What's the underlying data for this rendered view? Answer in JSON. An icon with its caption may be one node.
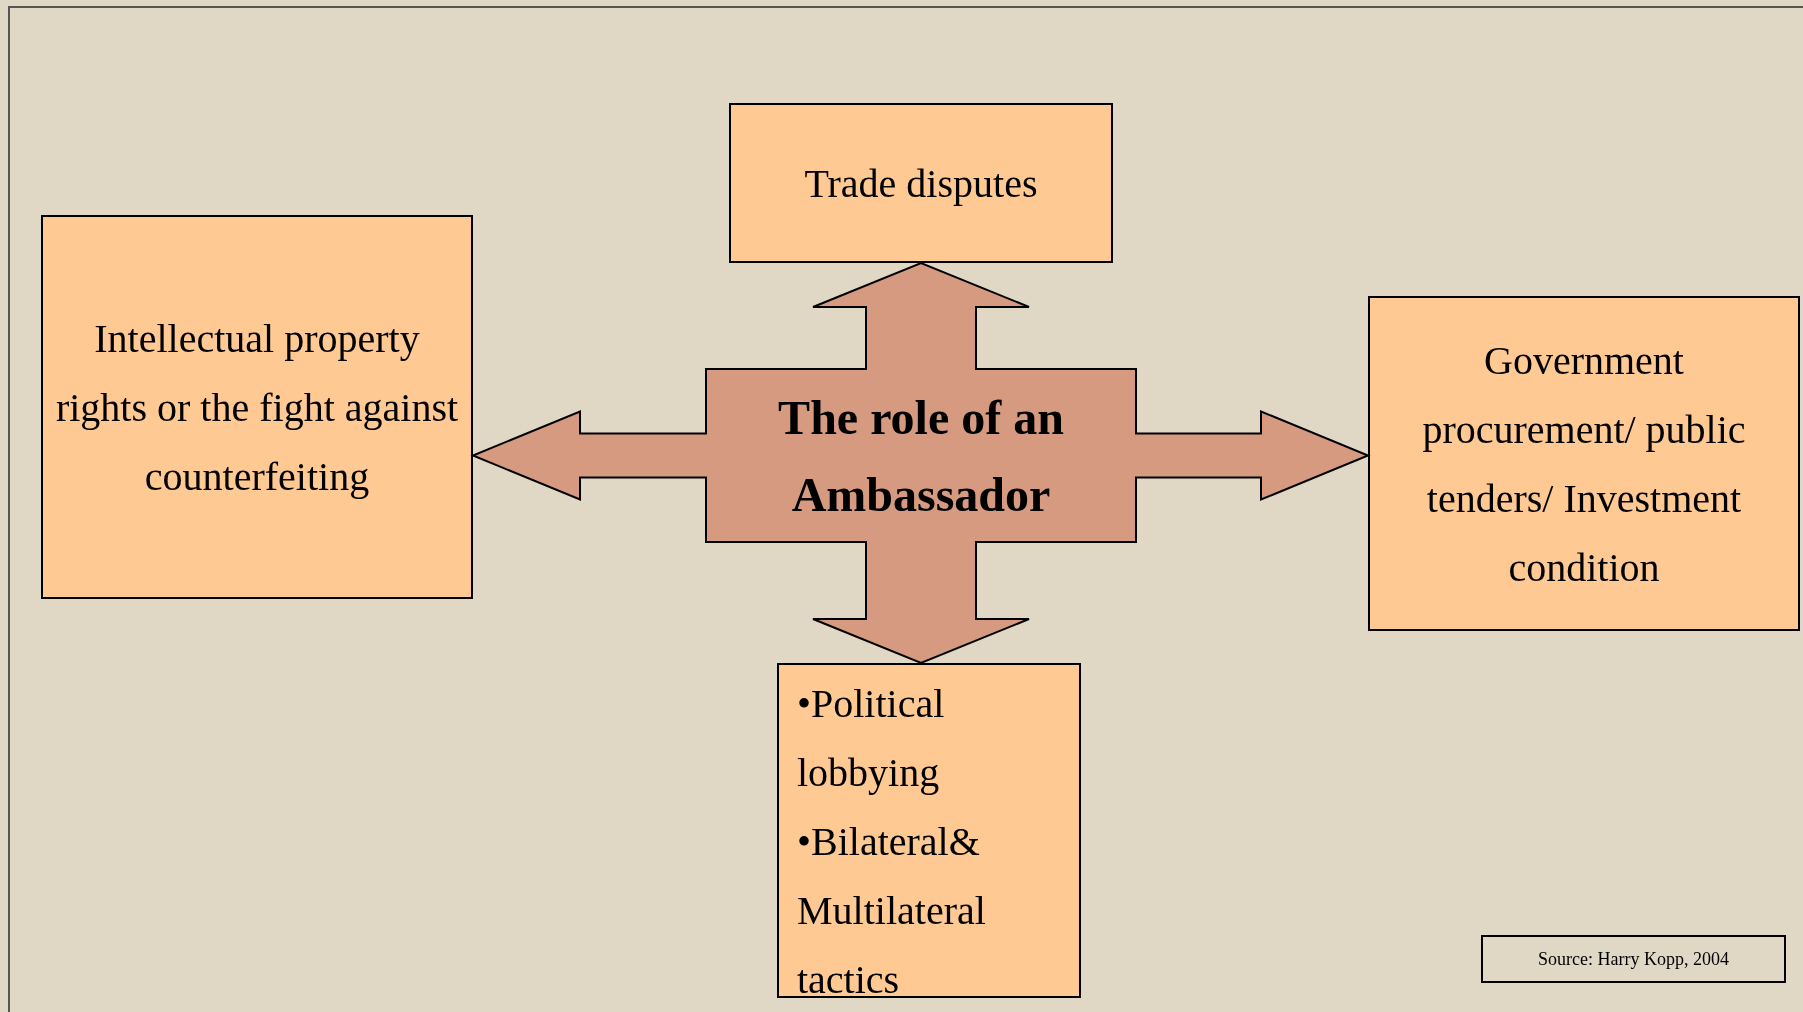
{
  "diagram": {
    "nodes": [
      {
        "text": [
          "Trade disputes"
        ]
      },
      {
        "text": [
          "Intellectual property rights or the fight against counterfeiting"
        ]
      },
      {
        "text": [
          "The role of an Ambassador"
        ]
      },
      {
        "text": [
          "Government procurement/ public tenders/ Investment condition"
        ]
      },
      {
        "text": [
          "•Political lobbying",
          "•Bilateral& Multilateral tactics"
        ]
      },
      {
        "text": [
          "Source: Harry Kopp, 2004"
        ]
      }
    ],
    "edges": [
      {
        "from": 2,
        "to": 0,
        "arrow": "to"
      },
      {
        "from": 2,
        "to": 1,
        "arrow": "to"
      },
      {
        "from": 2,
        "to": 3,
        "arrow": "to"
      },
      {
        "from": 2,
        "to": 4,
        "arrow": "to"
      }
    ]
  }
}
